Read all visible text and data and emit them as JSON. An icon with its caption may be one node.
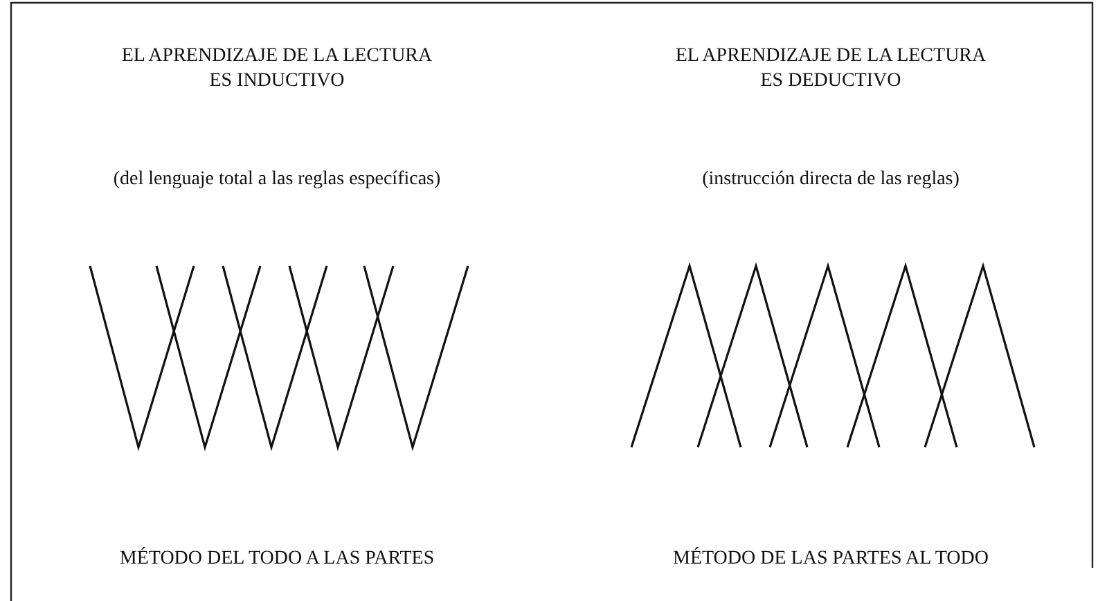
{
  "diagram": {
    "labels": [
      "EL APRENDIZAJE DE LA LECTURA ES INDUCTIVO",
      "EL APRENDIZAJE DE LA LECTURA ES DEDUCTIVO",
      "(del lenguaje total a las reglas específicas)",
      "(instrucción directa de las reglas)",
      "MÉTODO DEL TODO A LAS PARTES",
      "MÉTODO DE LAS PARTES AL TODO"
    ]
  }
}
